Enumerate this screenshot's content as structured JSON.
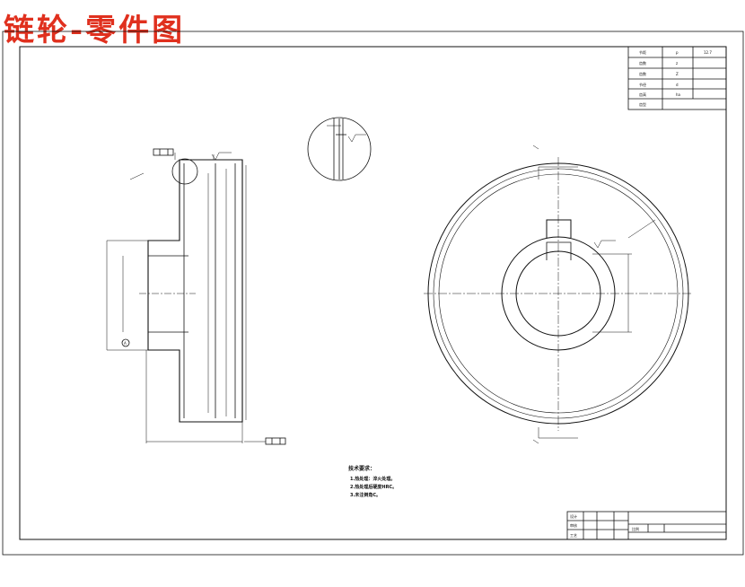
{
  "title": "链轮-零件图",
  "colors": {
    "title": "#e0301e",
    "line": "#111111"
  },
  "param_table": [
    {
      "label": "节距",
      "symbol": "p",
      "value": "12.7"
    },
    {
      "label": "齿数",
      "symbol": "z",
      "value": ""
    },
    {
      "label": "齿数",
      "symbol": "Z",
      "value": ""
    },
    {
      "label": "节径",
      "symbol": "d",
      "value": ""
    },
    {
      "label": "齿高",
      "symbol": "ha",
      "value": ""
    },
    {
      "label": "齿型",
      "symbol": "",
      "value": ""
    }
  ],
  "technical_requirements": {
    "heading": "技术要求：",
    "items": [
      "1.热处理：淬火处理。",
      "2.热处理后硬度HRC。",
      "3.未注倒角C。"
    ]
  },
  "title_block": {
    "rows": [
      "设计",
      "审核",
      "工艺"
    ],
    "scale_label": "比例"
  },
  "datum": "A"
}
